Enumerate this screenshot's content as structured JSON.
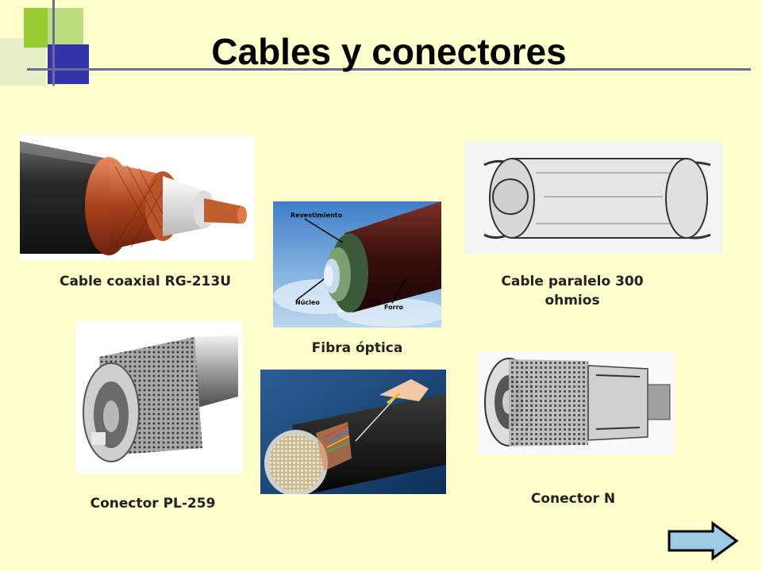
{
  "slide": {
    "title": "Cables y conectores"
  },
  "items": {
    "coax": {
      "caption": "Cable coaxial RG-213U"
    },
    "fiber": {
      "caption": "Fibra óptica",
      "labels": {
        "cladding": "Revestimiento",
        "core": "Núcleo",
        "jacket": "Forro"
      }
    },
    "parallel": {
      "caption_line1": "Cable paralelo 300",
      "caption_line2": "ohmios"
    },
    "pl259": {
      "caption": "Conector PL-259"
    },
    "n_conn": {
      "caption": "Conector N"
    }
  },
  "navigation": {
    "next_icon": "right-arrow-icon"
  }
}
